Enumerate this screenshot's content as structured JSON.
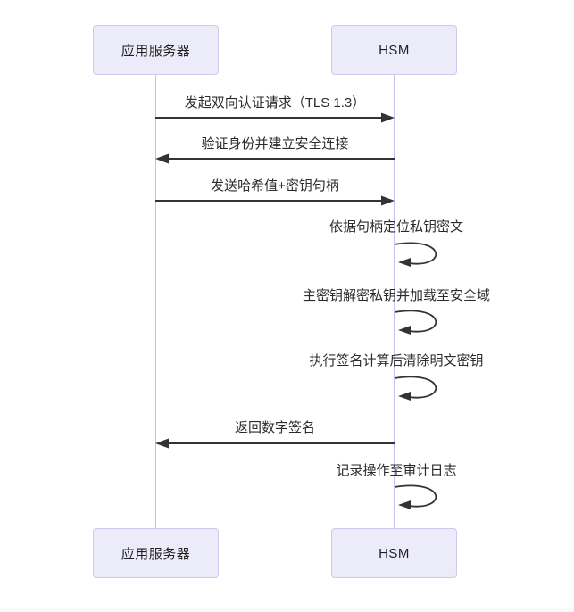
{
  "diagram": {
    "type": "sequence",
    "actors": [
      {
        "id": "app-server",
        "label": "应用服务器"
      },
      {
        "id": "hsm",
        "label": "HSM"
      }
    ],
    "messages": [
      {
        "from": "app-server",
        "to": "hsm",
        "direction": "right",
        "label": "发起双向认证请求（TLS 1.3）"
      },
      {
        "from": "hsm",
        "to": "app-server",
        "direction": "left",
        "label": "验证身份并建立安全连接"
      },
      {
        "from": "app-server",
        "to": "hsm",
        "direction": "right",
        "label": "发送哈希值+密钥句柄"
      },
      {
        "from": "hsm",
        "to": "hsm",
        "direction": "self",
        "label": "依据句柄定位私钥密文"
      },
      {
        "from": "hsm",
        "to": "hsm",
        "direction": "self",
        "label": "主密钥解密私钥并加载至安全域"
      },
      {
        "from": "hsm",
        "to": "hsm",
        "direction": "self",
        "label": "执行签名计算后清除明文密钥"
      },
      {
        "from": "hsm",
        "to": "app-server",
        "direction": "left",
        "label": "返回数字签名"
      },
      {
        "from": "hsm",
        "to": "hsm",
        "direction": "self",
        "label": "记录操作至审计日志"
      }
    ],
    "colors": {
      "actor_fill": "#ECEBFA",
      "actor_border": "#CFC8EC",
      "lifeline": "#C9C2EE",
      "arrow": "#333333",
      "text": "#2B2B2B",
      "divider": "#E7E7E7"
    }
  }
}
